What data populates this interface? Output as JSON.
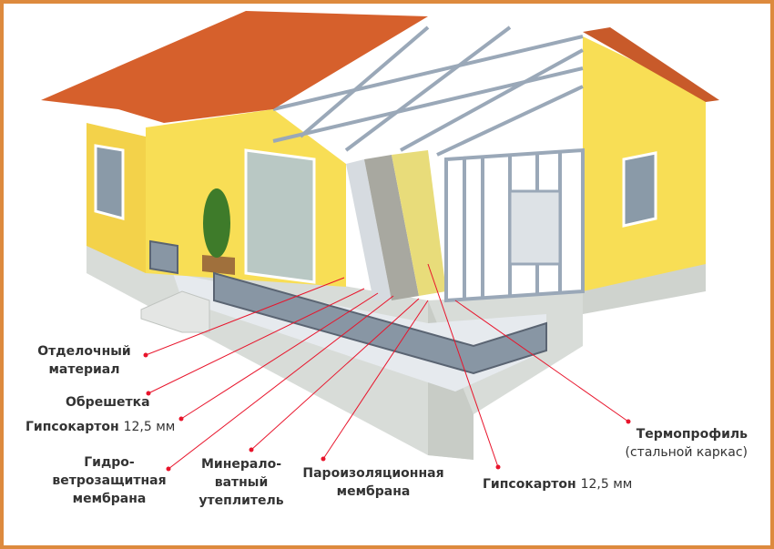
{
  "colors": {
    "border": "#DD8A3E",
    "callout": "#E8142B",
    "wall": "#F6D84A",
    "roof": "#D8612E",
    "frame": "#9AA8B8"
  },
  "labels": {
    "finish": [
      "Отделочный",
      "материал"
    ],
    "lathing": "Обрешетка",
    "drywall_outer": {
      "bold": "Гипсокартон",
      "normal": "12,5 мм"
    },
    "wind_membrane": [
      "Гидро-",
      "ветрозащитная",
      "мембрана"
    ],
    "insulation": [
      "Минерало-",
      "ватный",
      "утеплитель"
    ],
    "vapor_membrane": [
      "Пароизоляционная",
      "мембрана"
    ],
    "drywall_inner": {
      "bold": "Гипсокартон",
      "normal": "12,5 мм"
    },
    "thermoprofile": {
      "bold": "Термопрофиль",
      "normal": "(стальной каркас)"
    }
  }
}
